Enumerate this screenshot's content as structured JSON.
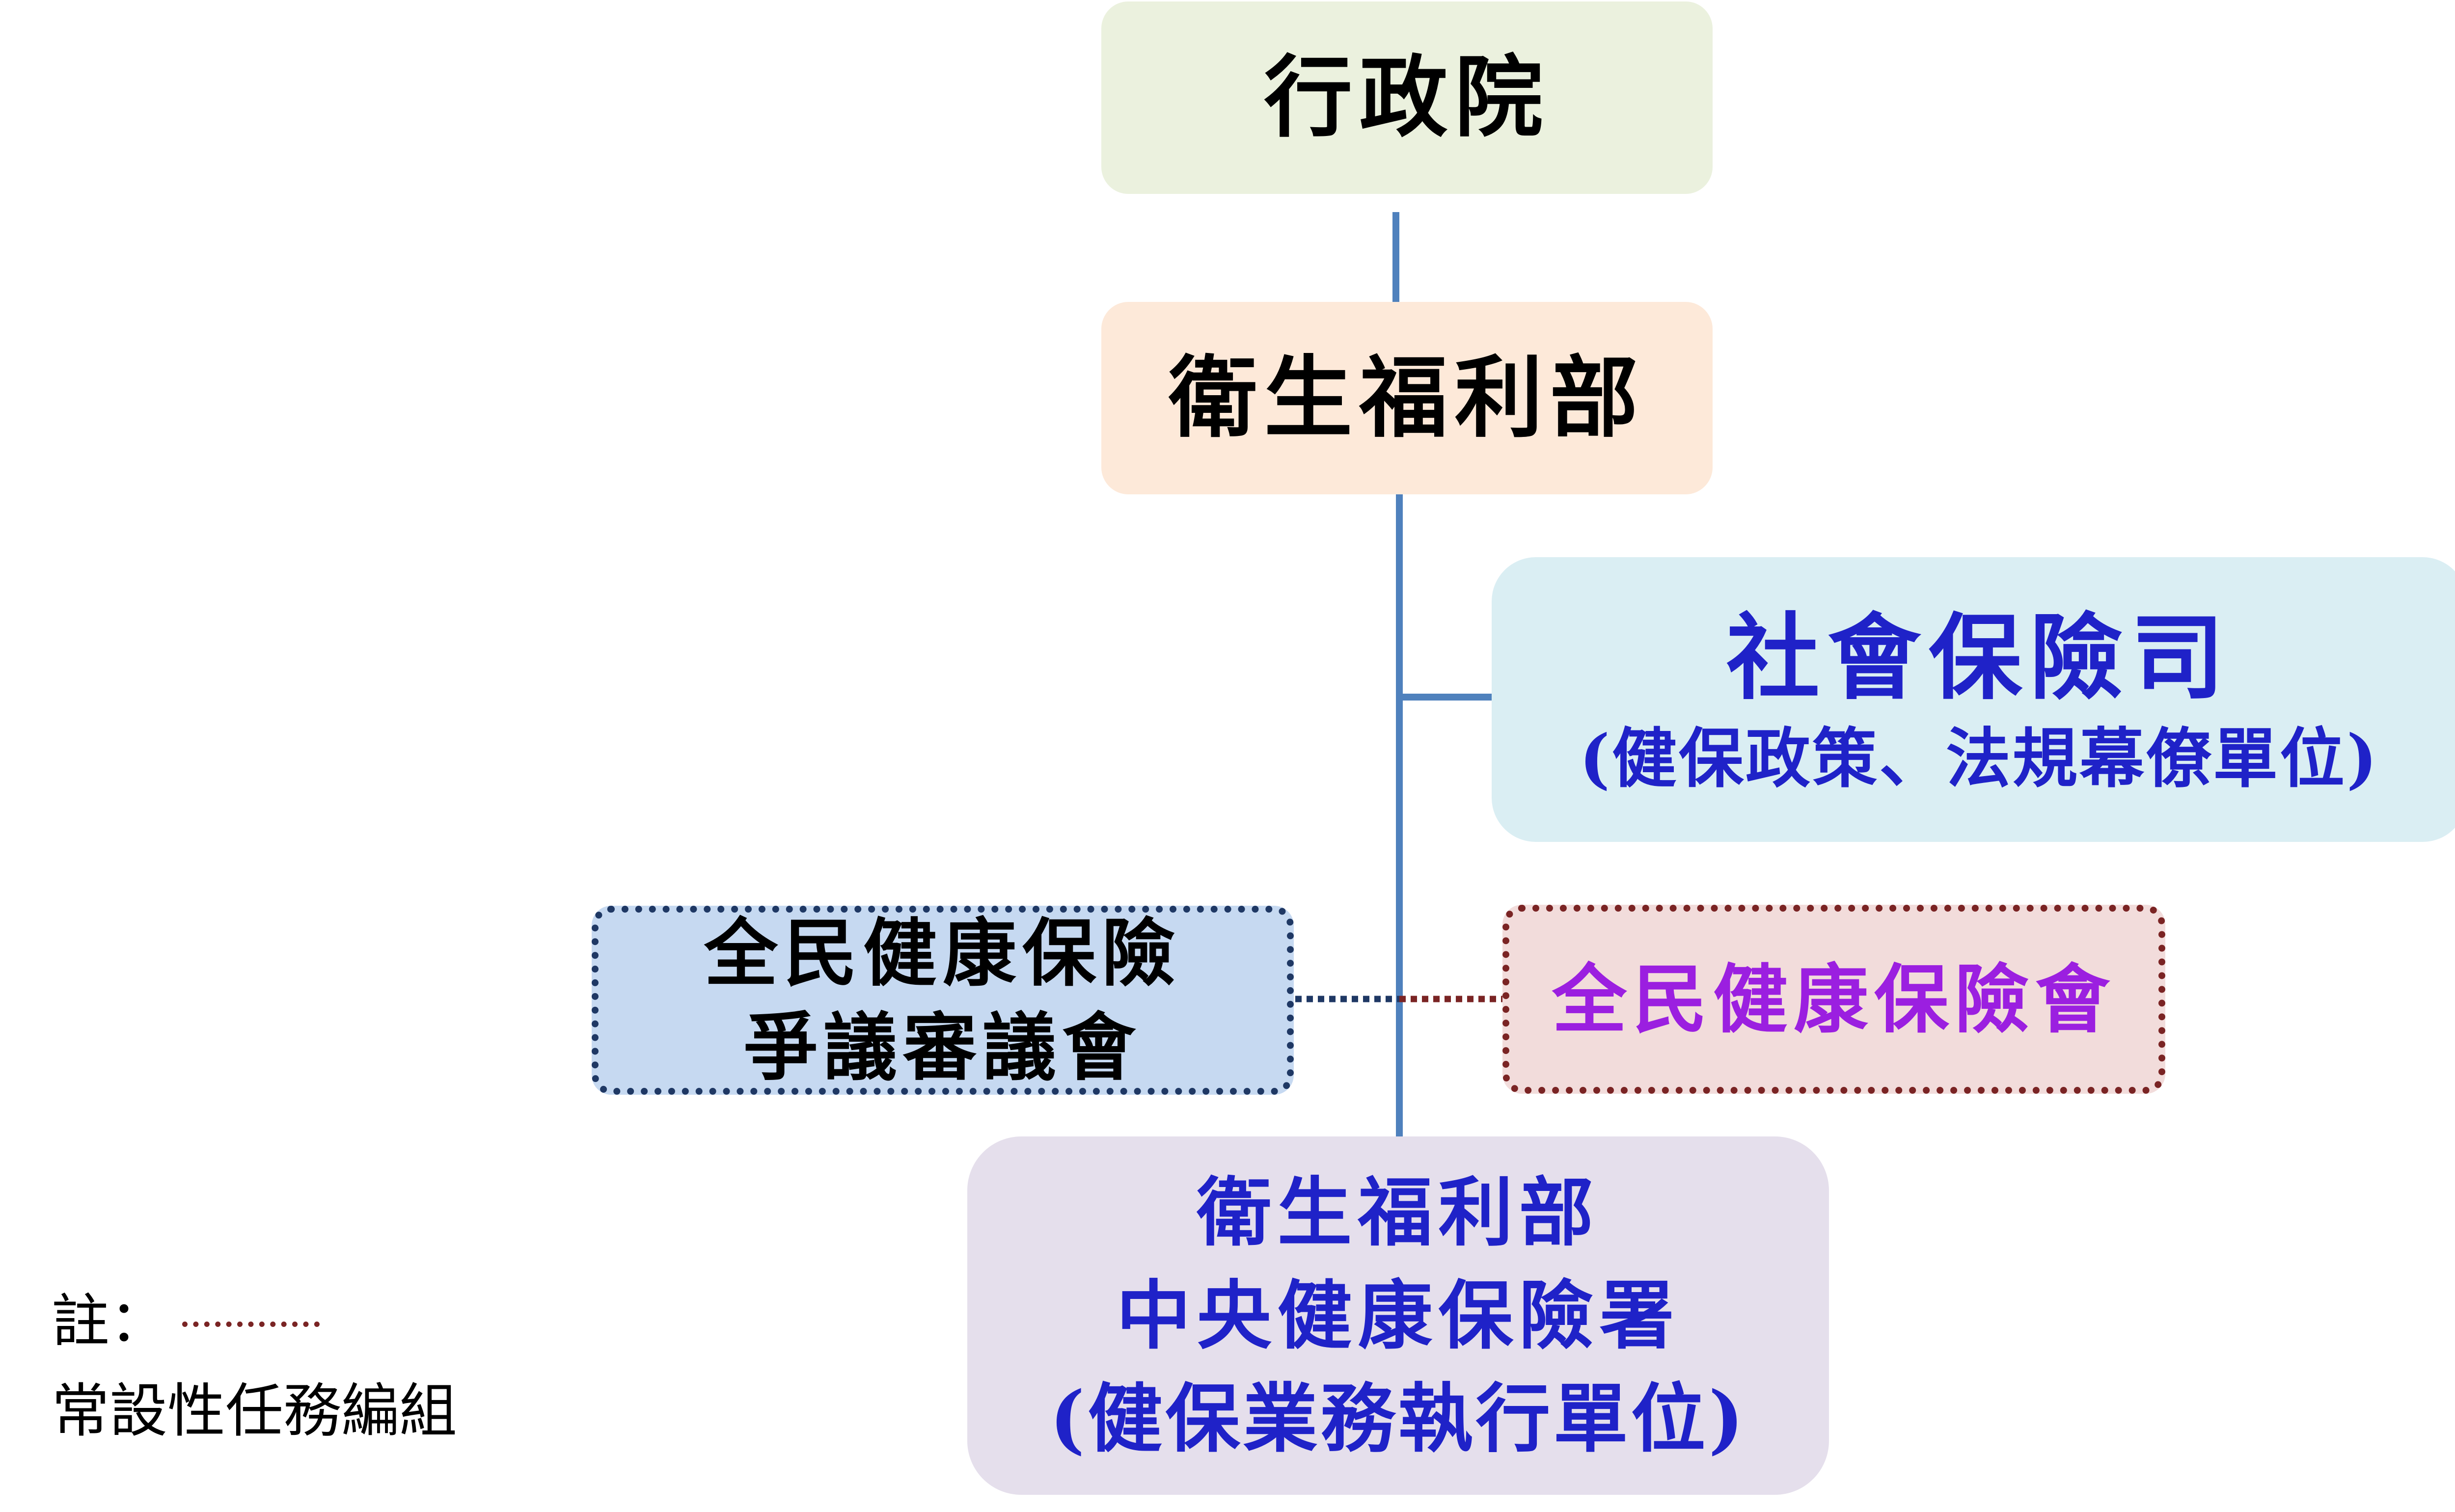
{
  "nodes": {
    "executive_yuan": {
      "label": "行政院",
      "fill": "#ebf1de"
    },
    "mohw": {
      "label": "衛生福利部",
      "fill": "#fde9d9"
    },
    "social_insurance": {
      "title": "社會保險司",
      "subtitle": "(健保政策、法規幕僚單位)",
      "fill": "#daeef3",
      "text_color": "#1f22c8"
    },
    "dispute_committee": {
      "line1": "全民健康保險",
      "line2": "爭議審議會",
      "fill": "#c6d9f1",
      "border": "#1f3864"
    },
    "nhi_committee": {
      "label": "全民健康保險會",
      "fill": "#f2dcdb",
      "border": "#7a2424",
      "text_color": "#9b1fe0"
    },
    "nhia": {
      "line1": "衛生福利部",
      "line2": "中央健康保險署",
      "line3": "(健保業務執行單位)",
      "fill": "#e5dfec",
      "text_color": "#1f22c8"
    }
  },
  "colors": {
    "connector": "#4f81bd",
    "dotted_link_left": "#1f3864",
    "dotted_link_right": "#7a2424"
  },
  "legend": {
    "prefix": "註：",
    "description": "常設性任務編組"
  }
}
